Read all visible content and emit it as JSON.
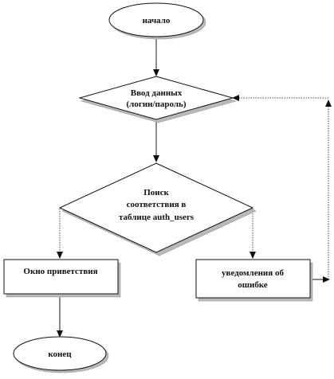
{
  "nodes": {
    "start": {
      "label": "начало"
    },
    "input": {
      "line1": "Ввод данных",
      "line2": "(логин/пароль)"
    },
    "search": {
      "line1": "Поиск",
      "line2": "соответствия в",
      "line3": "таблице auth_users"
    },
    "welcome": {
      "label": "Окно приветствия"
    },
    "error": {
      "line1": "уведомления об",
      "line2": "ошибке"
    },
    "end": {
      "label": "конец"
    }
  },
  "colors": {
    "stroke": "#111111",
    "fill": "#ffffff",
    "shadow": "#b9b9b9",
    "background": "#ffffff"
  }
}
